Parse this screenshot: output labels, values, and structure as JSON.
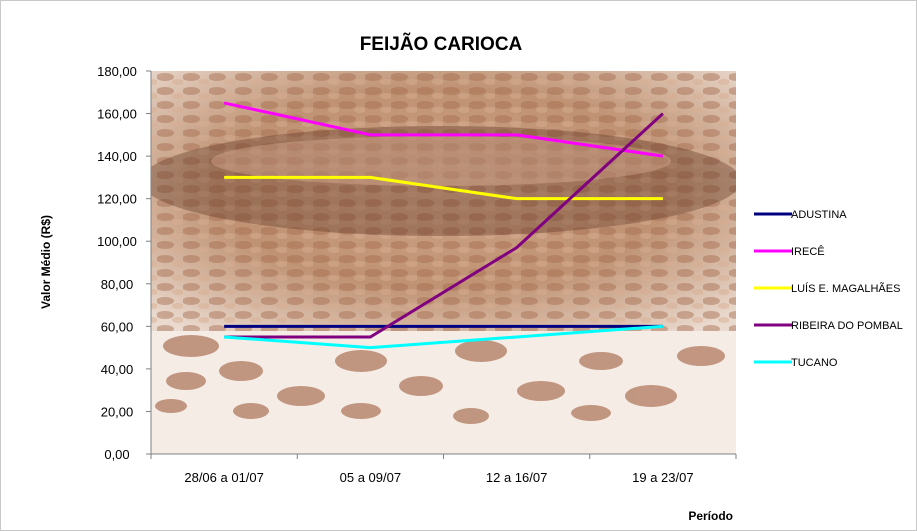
{
  "chart_data": {
    "type": "line",
    "title": "FEIJÃO CARIOCA",
    "xlabel": "Período",
    "ylabel": "Valor Médio (R$)",
    "categories": [
      "28/06 a 01/07",
      "05 a 09/07",
      "12 a 16/07",
      "19 a 23/07"
    ],
    "ylim": [
      0,
      180
    ],
    "yticks": [
      "0,00",
      "20,00",
      "40,00",
      "60,00",
      "80,00",
      "100,00",
      "120,00",
      "140,00",
      "160,00",
      "180,00"
    ],
    "grid": false,
    "legend_position": "right",
    "series": [
      {
        "name": "ADUSTINA",
        "color": "#000080",
        "values": [
          60,
          60,
          60,
          60
        ]
      },
      {
        "name": "IRECÊ",
        "color": "#ff00ff",
        "values": [
          165,
          150,
          150,
          140
        ]
      },
      {
        "name": "LUÍS E. MAGALHÃES",
        "color": "#ffff00",
        "values": [
          130,
          130,
          120,
          120
        ]
      },
      {
        "name": "RIBEIRA DO POMBAL",
        "color": "#800080",
        "values": [
          55,
          55,
          97,
          160
        ]
      },
      {
        "name": "TUCANO",
        "color": "#00ffff",
        "values": [
          55,
          50,
          55,
          60
        ]
      }
    ]
  }
}
